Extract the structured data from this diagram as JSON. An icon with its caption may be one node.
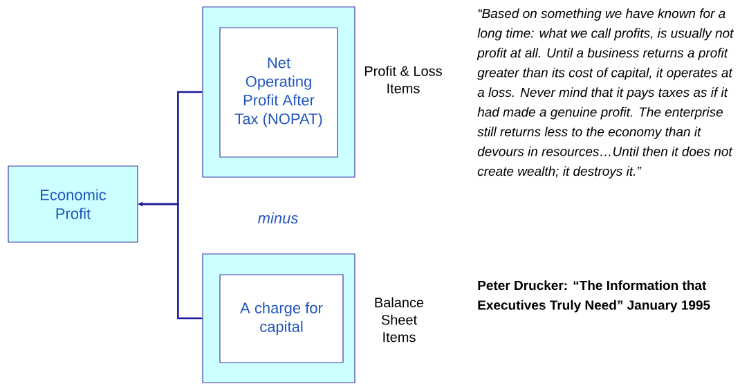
{
  "diagram": {
    "nodes": [
      {
        "text": [
          "Economic Profit"
        ]
      },
      {
        "text": [],
        "shape": "box",
        "beside": [
          "Profit & Loss Items"
        ]
      },
      {
        "text": [
          "Net Operating Profit After Tax (NOPAT)"
        ],
        "in": 1
      },
      {
        "text": [],
        "shape": "box",
        "beside": [
          "Balance Sheet Items"
        ]
      },
      {
        "text": [
          "A charge for capital"
        ],
        "in": 3
      }
    ],
    "edges": [
      {
        "from": 1,
        "to": 0,
        "arrow": "to"
      },
      {
        "from": 3,
        "to": 0,
        "arrow": "to"
      }
    ],
    "labels": [
      "minus",
      "“Based on something we have known for a long time: what we call profits, is usually not profit at all. Until a business returns a profit greater than its cost of capital, it operates at a loss.  Never mind that it pays taxes as if it had made a genuine profit.  The enterprise still returns less to the economy than it devours in resources…Until then it does not create wealth; it destroys it.”",
      "Peter Drucker: “The Information that Executives Truly Need” January 1995"
    ]
  }
}
